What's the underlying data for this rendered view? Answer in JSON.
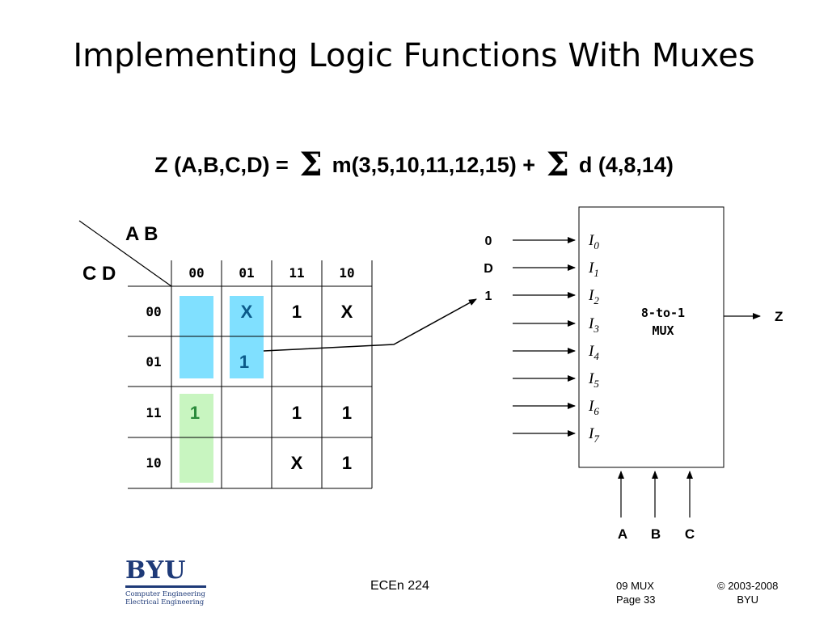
{
  "slide": {
    "title": "Implementing Logic Functions With Muxes",
    "function": {
      "lhs": "Z (A,B,C,D) =",
      "sigma": "Σ",
      "minterms": "m(3,5,10,11,12,15) +",
      "dontcares": "d (4,8,14)"
    }
  },
  "kmap": {
    "row_var": "A B",
    "col_var": "C D",
    "col_headers": [
      "00",
      "01",
      "11",
      "10"
    ],
    "row_headers": [
      "00",
      "01",
      "11",
      "10"
    ],
    "cells": [
      [
        "",
        "X",
        "1",
        "X"
      ],
      [
        "",
        "1",
        "",
        ""
      ],
      [
        "1",
        "",
        "1",
        "1"
      ],
      [
        "",
        "",
        "X",
        "1"
      ]
    ],
    "colors": {
      "blue_group": "#80e0ff",
      "green_group": "#c8f5c0",
      "blue_text": "#0b5a8a",
      "green_text": "#2a8a3a"
    }
  },
  "mux": {
    "label_line1": "8-to-1",
    "label_line2": "MUX",
    "inputs": [
      "I",
      "I",
      "I",
      "I",
      "I",
      "I",
      "I",
      "I"
    ],
    "input_subs": [
      "0",
      "1",
      "2",
      "3",
      "4",
      "5",
      "6",
      "7"
    ],
    "input_values": [
      "0",
      "D",
      "1"
    ],
    "output": "Z",
    "selects": [
      "A",
      "B",
      "C"
    ]
  },
  "footer": {
    "logo": "BYU",
    "logo_sub1": "Computer Engineering",
    "logo_sub2": "Electrical Engineering",
    "course": "ECEn 224",
    "section": "09 MUX",
    "page": "Page 33",
    "copyright": "© 2003-2008",
    "org": "BYU"
  }
}
